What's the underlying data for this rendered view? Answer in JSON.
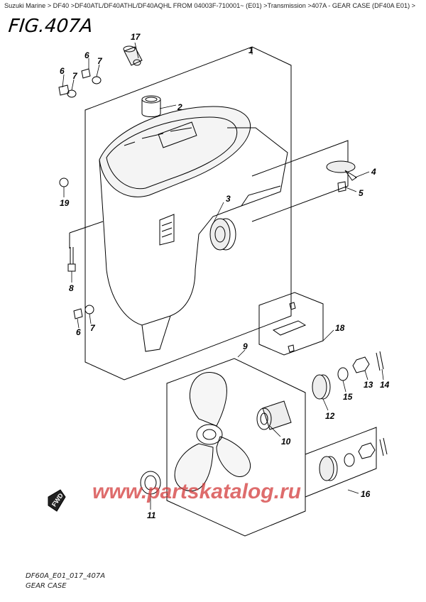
{
  "breadcrumb": "Suzuki Marine > DF40 >DF40ATL/DF40ATHL/DF40AQHL FROM 04003F-710001~ (E01) >Transmission >407A - GEAR CASE (DF40A E01) >",
  "figure_title": "FIG.407A",
  "footer": {
    "code": "DF60A_E01_017_407A",
    "caption": "GEAR CASE"
  },
  "watermark": "www.partskatalog.ru",
  "fwd_label": "FWD",
  "callouts": {
    "c1": "1",
    "c2": "2",
    "c3": "3",
    "c4": "4",
    "c5": "5",
    "c6a": "6",
    "c6b": "6",
    "c6c": "6",
    "c7a": "7",
    "c7b": "7",
    "c7c": "7",
    "c8": "8",
    "c9": "9",
    "c10": "10",
    "c11": "11",
    "c12": "12",
    "c13": "13",
    "c14": "14",
    "c15": "15",
    "c16": "16",
    "c17": "17",
    "c18": "18",
    "c19": "19"
  }
}
